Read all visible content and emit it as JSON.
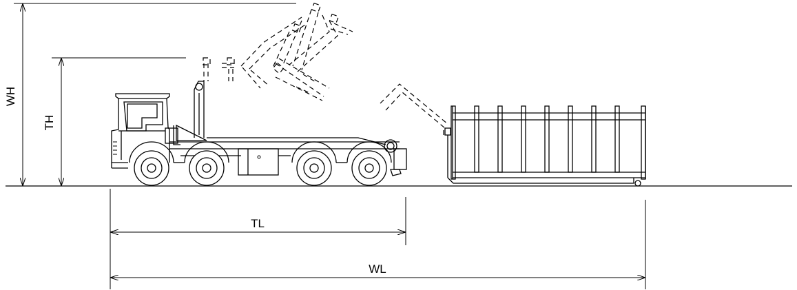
{
  "labels": {
    "overall_height": "WH",
    "truck_height": "TH",
    "truck_length": "TL",
    "overall_length": "WL"
  }
}
